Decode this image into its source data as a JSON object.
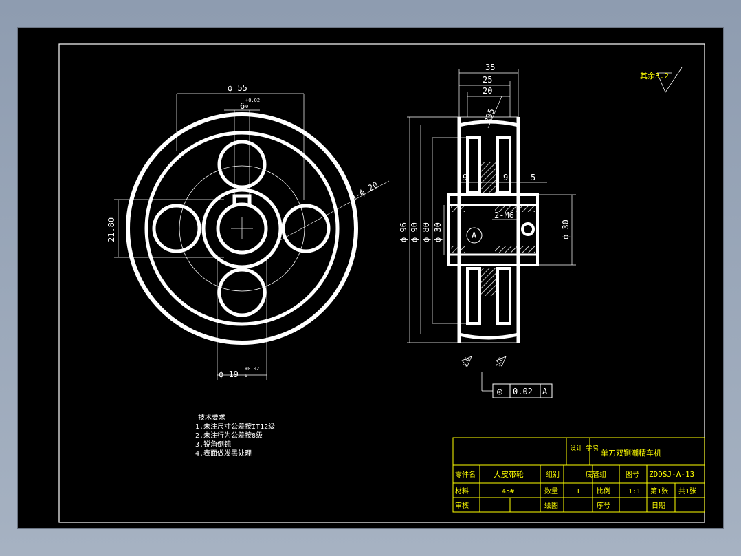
{
  "colors": {
    "background": "#000000",
    "geometry": "#ffffff",
    "border": "#ffffff",
    "title_block_lines": "#ffff00",
    "title_block_text": "#ffff00",
    "outer_bg": "#9aa6b8"
  },
  "left_view": {
    "dim_top_dia": "ϕ 55",
    "dim_key": "6",
    "dim_key_tol_upper": "+0.02",
    "dim_key_tol_lower": "0",
    "dim_holes": "4-ϕ 20",
    "dim_left": "21.80",
    "dim_bore": "ϕ 19",
    "dim_bore_tol_upper": "+0.02",
    "dim_bore_tol_lower": "0"
  },
  "section_view": {
    "dim_35": "35",
    "dim_25": "25",
    "dim_20": "20",
    "dim_r35": "R35",
    "dim_9a": "9",
    "dim_9b": "9",
    "dim_5": "5",
    "dim_96": "ϕ 96",
    "dim_90": "ϕ 90",
    "dim_80": "ϕ 80",
    "dim_30_left": "ϕ 30",
    "dim_30_right": "ϕ 30",
    "thread": "2-M6",
    "datum_label": "A",
    "rough_1": "1.6",
    "rough_2": "1.6",
    "tol_symbol": "◎",
    "tol_value": "0.02",
    "tol_datum": "A"
  },
  "surface_note": "其余3.2",
  "tech_requirements": {
    "title": "技术要求",
    "items": [
      "1.未注尺寸公差按IT12级",
      "2.未注行为公差按8级",
      "3.锐角倒钝",
      "4.表面做发黑处理"
    ]
  },
  "title_block": {
    "dept_label": "设计\n学院",
    "project_title": "单刀双铡潮精车机",
    "row2": {
      "part_name_label": "零件名",
      "part_name": "大皮带轮",
      "group_label": "组别",
      "group": "",
      "team_label": "底管组",
      "drawing_no_label": "图号",
      "drawing_no": "ZDDSJ-A-13"
    },
    "row3": {
      "material_label": "材料",
      "material": "45#",
      "qty_label": "数量",
      "qty": "1",
      "scale_label": "比例",
      "scale": "1:1",
      "sheet_label": "第1张",
      "total_label": "共1张"
    },
    "row4": {
      "designer_label": "审核",
      "draw_label": "绘图",
      "seq_label": "序号",
      "date_label": "日期"
    }
  }
}
